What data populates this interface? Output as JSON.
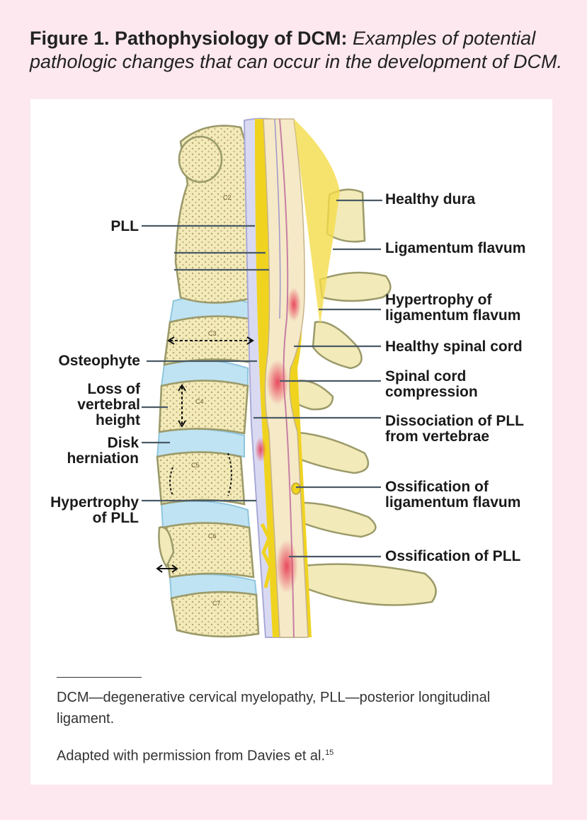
{
  "figure": {
    "label": "Figure 1.",
    "heading": "Pathophysiology of DCM:",
    "caption_italic": "Examples of potential pathologic changes that can occur in the development of DCM."
  },
  "vertebrae": [
    "C2",
    "C3",
    "C4",
    "C5",
    "C6",
    "C7"
  ],
  "labels_left": {
    "pll": "PLL",
    "osteophyte": "Osteophyte",
    "loss_height": "Loss of\nvertebral\nheight",
    "disk_herniation": "Disk\nherniation",
    "hypertrophy_pll": "Hypertrophy\nof PLL"
  },
  "labels_right": {
    "healthy_dura": "Healthy dura",
    "ligamentum_flavum": "Ligamentum flavum",
    "hypertrophy_lf": "Hypertrophy of\nligamentum flavum",
    "healthy_cord": "Healthy spinal cord",
    "cord_compression": "Spinal cord\ncompression",
    "dissociation_pll": "Dissociation of PLL\nfrom vertebrae",
    "ossification_lf": "Ossification of\nligamentum flavum",
    "ossification_pll": "Ossification of PLL"
  },
  "footnote": {
    "abbreviations": "DCM—degenerative cervical myelopathy, PLL—posterior longitudinal ligament.",
    "source": "Adapted with permission from Davies et al.",
    "ref": "15"
  },
  "colors": {
    "background": "#fde8ef",
    "bone": "#f2eab8",
    "disk": "#bfe3f2",
    "cord": "#f5e9c8",
    "dura": "#f0d31f",
    "compression": "#e8405a"
  }
}
